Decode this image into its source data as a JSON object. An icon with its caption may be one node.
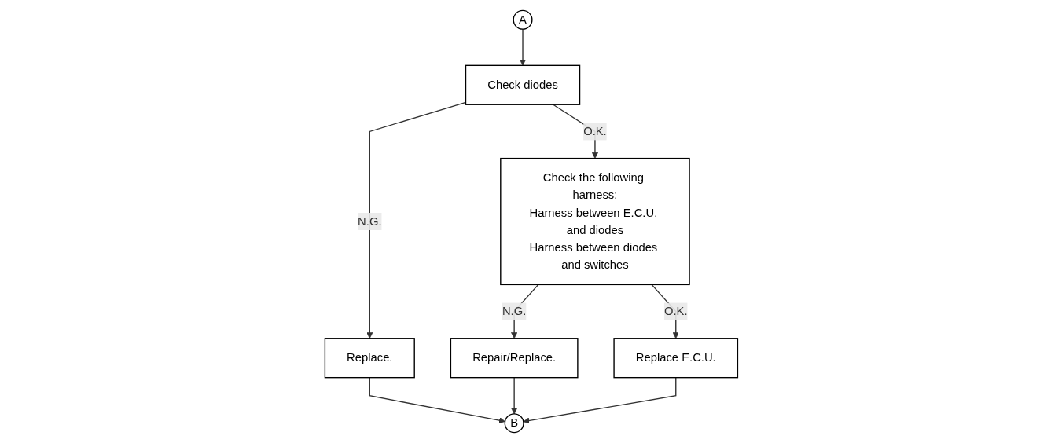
{
  "diagram": {
    "nodes": [
      {
        "text": [
          "A"
        ]
      },
      {
        "text": [
          "Check diodes"
        ]
      },
      {
        "text": [
          "Replace."
        ]
      },
      {
        "text": [
          "Check the following harness:",
          "Harness between E.C.U. and diodes",
          "Harness between diodes and switches"
        ]
      },
      {
        "text": [
          "Repair/Replace."
        ]
      },
      {
        "text": [
          "Replace E.C.U."
        ]
      },
      {
        "text": [
          "B"
        ]
      }
    ],
    "edges": [
      {
        "from": 0,
        "to": 1,
        "arrow": "to"
      },
      {
        "from": 1,
        "to": 2,
        "label": "N.G.",
        "arrow": "to"
      },
      {
        "from": 1,
        "to": 3,
        "label": "O.K.",
        "arrow": "to"
      },
      {
        "from": 3,
        "to": 4,
        "label": "N.G.",
        "arrow": "to"
      },
      {
        "from": 3,
        "to": 5,
        "label": "O.K.",
        "arrow": "to"
      },
      {
        "from": 2,
        "to": 6,
        "arrow": "to"
      },
      {
        "from": 4,
        "to": 6,
        "arrow": "to"
      },
      {
        "from": 5,
        "to": 6,
        "arrow": "to"
      }
    ]
  }
}
